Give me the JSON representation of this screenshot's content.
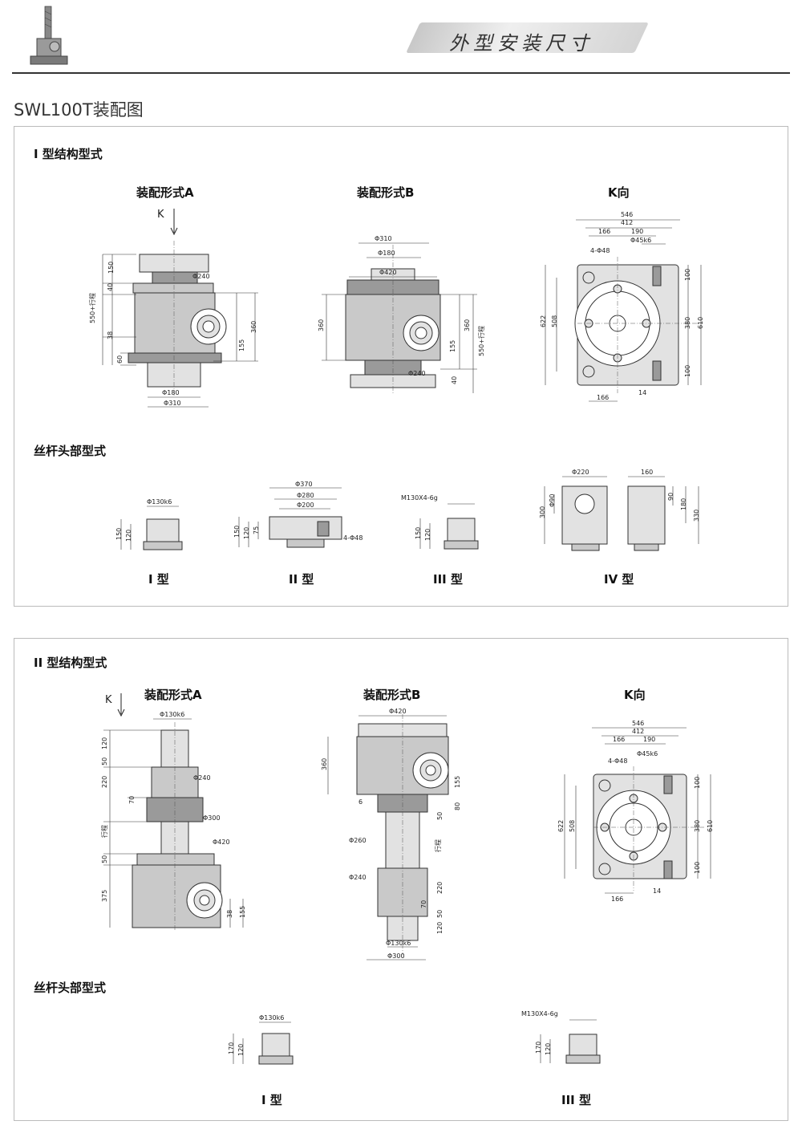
{
  "header": {
    "banner": "外型安装尺寸"
  },
  "title": "SWL100T装配图",
  "panel1": {
    "section": "I 型结构型式",
    "viewA": {
      "caption": "装配形式A",
      "k": "K",
      "d240": "Φ240",
      "d180": "Φ180",
      "d310": "Φ310",
      "h150": "150",
      "h40": "40",
      "h38": "38",
      "h60": "60",
      "stroke": "550+行程",
      "h360": "360",
      "h155": "155"
    },
    "viewB": {
      "caption": "装配形式B",
      "d310": "Φ310",
      "d180": "Φ180",
      "d420": "Φ420",
      "d240": "Φ240",
      "h360": "360",
      "h155": "155",
      "h40": "40",
      "stroke": "550+行程",
      "h360r": "360"
    },
    "viewK": {
      "caption": "K向",
      "w546": "546",
      "w412": "412",
      "w166": "166",
      "w190": "190",
      "k45": "Φ45k6",
      "holes": "4-Φ48",
      "h622": "622",
      "h508": "508",
      "h100a": "100",
      "h380": "380",
      "h610": "610",
      "h100b": "100",
      "b166": "166",
      "b14": "14"
    },
    "heads_section": "丝杆头部型式",
    "head1": {
      "d": "Φ130k6",
      "h150": "150",
      "h120": "120",
      "label": "I 型"
    },
    "head2": {
      "d370": "Φ370",
      "d280": "Φ280",
      "d200": "Φ200",
      "h150": "150",
      "h120": "120",
      "h75": "75",
      "holes": "4-Φ48",
      "label": "II 型"
    },
    "head3": {
      "thread": "M130X4-6g",
      "h150": "150",
      "h120": "120",
      "label": "III 型"
    },
    "head4": {
      "d220": "Φ220",
      "d90": "Φ90",
      "h300": "300",
      "w160": "160",
      "h90": "90",
      "h180": "180",
      "h330": "330",
      "label": "IV 型"
    }
  },
  "panel2": {
    "section": "II 型结构型式",
    "viewA": {
      "caption": "装配形式A",
      "k": "K",
      "d130": "Φ130k6",
      "d240": "Φ240",
      "d300": "Φ300",
      "d420": "Φ420",
      "h120": "120",
      "h50a": "50",
      "h220": "220",
      "h70": "70",
      "stroke": "行程",
      "h50b": "50",
      "h375": "375",
      "h38": "38",
      "h155": "155"
    },
    "viewB": {
      "caption": "装配形式B",
      "d420": "Φ420",
      "h360": "360",
      "h155": "155",
      "h6": "6",
      "h80": "80",
      "h50a": "50",
      "d260": "Φ260",
      "stroke": "行程",
      "d240": "Φ240",
      "h220": "220",
      "h70": "70",
      "h50b": "50",
      "h120": "120",
      "d130": "Φ130k6",
      "d300": "Φ300"
    },
    "viewK": {
      "caption": "K向",
      "w546": "546",
      "w412": "412",
      "w166": "166",
      "w190": "190",
      "k45": "Φ45k6",
      "holes": "4-Φ48",
      "h622": "622",
      "h508": "508",
      "h100a": "100",
      "h380": "380",
      "h610": "610",
      "h100b": "100",
      "b166": "166",
      "b14": "14"
    },
    "heads_section": "丝杆头部型式",
    "head1": {
      "d": "Φ130k6",
      "h170": "170",
      "h120": "120",
      "label": "I 型"
    },
    "head3": {
      "thread": "M130X4-6g",
      "h170": "170",
      "h120": "120",
      "label": "III 型"
    }
  }
}
